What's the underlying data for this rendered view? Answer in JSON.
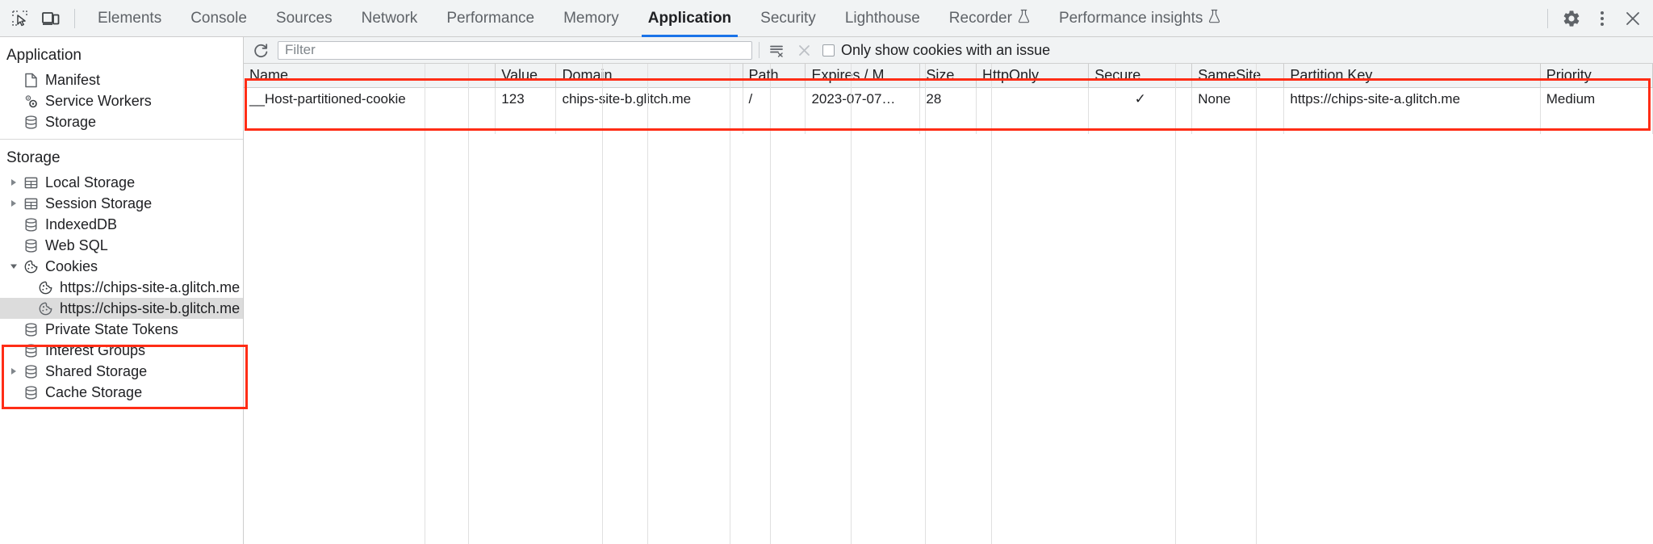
{
  "toolbar": {
    "inspect_icon": "inspect-element-icon",
    "device_icon": "device-toolbar-icon",
    "tabs": [
      {
        "label": "Elements",
        "active": false,
        "experimental": false
      },
      {
        "label": "Console",
        "active": false,
        "experimental": false
      },
      {
        "label": "Sources",
        "active": false,
        "experimental": false
      },
      {
        "label": "Network",
        "active": false,
        "experimental": false
      },
      {
        "label": "Performance",
        "active": false,
        "experimental": false
      },
      {
        "label": "Memory",
        "active": false,
        "experimental": false
      },
      {
        "label": "Application",
        "active": true,
        "experimental": false
      },
      {
        "label": "Security",
        "active": false,
        "experimental": false
      },
      {
        "label": "Lighthouse",
        "active": false,
        "experimental": false
      },
      {
        "label": "Recorder",
        "active": false,
        "experimental": true
      },
      {
        "label": "Performance insights",
        "active": false,
        "experimental": true
      }
    ],
    "settings_icon": "gear-icon",
    "more_icon": "kebab-menu-icon",
    "close_icon": "close-icon",
    "active_tab_underline_color": "#1a73e8"
  },
  "sidebar": {
    "application_section": {
      "title": "Application",
      "items": [
        {
          "label": "Manifest",
          "icon": "document-icon",
          "twisty": "none",
          "selected": false
        },
        {
          "label": "Service Workers",
          "icon": "gears-icon",
          "twisty": "none",
          "selected": false
        },
        {
          "label": "Storage",
          "icon": "database-icon",
          "twisty": "none",
          "selected": false
        }
      ]
    },
    "storage_section": {
      "title": "Storage",
      "items": [
        {
          "label": "Local Storage",
          "icon": "table-icon",
          "twisty": "collapsed",
          "selected": false,
          "indent": 0
        },
        {
          "label": "Session Storage",
          "icon": "table-icon",
          "twisty": "collapsed",
          "selected": false,
          "indent": 0
        },
        {
          "label": "IndexedDB",
          "icon": "database-icon",
          "twisty": "none",
          "selected": false,
          "indent": 0
        },
        {
          "label": "Web SQL",
          "icon": "database-icon",
          "twisty": "none",
          "selected": false,
          "indent": 0
        },
        {
          "label": "Cookies",
          "icon": "cookie-icon",
          "twisty": "expanded",
          "selected": false,
          "indent": 0
        },
        {
          "label": "https://chips-site-a.glitch.me",
          "icon": "cookie-icon",
          "twisty": "none",
          "selected": false,
          "indent": 1
        },
        {
          "label": "https://chips-site-b.glitch.me",
          "icon": "cookie-icon",
          "twisty": "none",
          "selected": true,
          "indent": 1
        },
        {
          "label": "Private State Tokens",
          "icon": "database-icon",
          "twisty": "none",
          "selected": false,
          "indent": 0
        },
        {
          "label": "Interest Groups",
          "icon": "database-icon",
          "twisty": "none",
          "selected": false,
          "indent": 0
        },
        {
          "label": "Shared Storage",
          "icon": "database-icon",
          "twisty": "collapsed",
          "selected": false,
          "indent": 0
        },
        {
          "label": "Cache Storage",
          "icon": "database-icon",
          "twisty": "none",
          "selected": false,
          "indent": 0
        }
      ]
    }
  },
  "filter_bar": {
    "refresh_icon": "refresh-icon",
    "filter_value": "",
    "filter_placeholder": "Filter",
    "clear_filtered_icon": "clear-filtered-cookies-icon",
    "clear_all_icon": "clear-all-cookies-icon",
    "checkbox_checked": false,
    "checkbox_label": "Only show cookies with an issue"
  },
  "cookie_table": {
    "columns": [
      "Name",
      "Value",
      "Domain",
      "Path",
      "Expires / M…",
      "Size",
      "HttpOnly",
      "Secure",
      "SameSite",
      "Partition Key",
      "Priority"
    ],
    "rows": [
      {
        "Name": "__Host-partitioned-cookie",
        "Value": "123",
        "Domain": "chips-site-b.glitch.me",
        "Path": "/",
        "Expires / M…": "2023-07-07…",
        "Size": "28",
        "HttpOnly": "",
        "Secure": "✓",
        "SameSite": "None",
        "Partition Key": "https://chips-site-a.glitch.me",
        "Priority": "Medium"
      }
    ]
  },
  "annotations": {
    "highlight_color": "#ff2d16",
    "boxes": [
      {
        "name": "cookies-tree-highlight"
      },
      {
        "name": "cookie-table-highlight"
      }
    ]
  }
}
